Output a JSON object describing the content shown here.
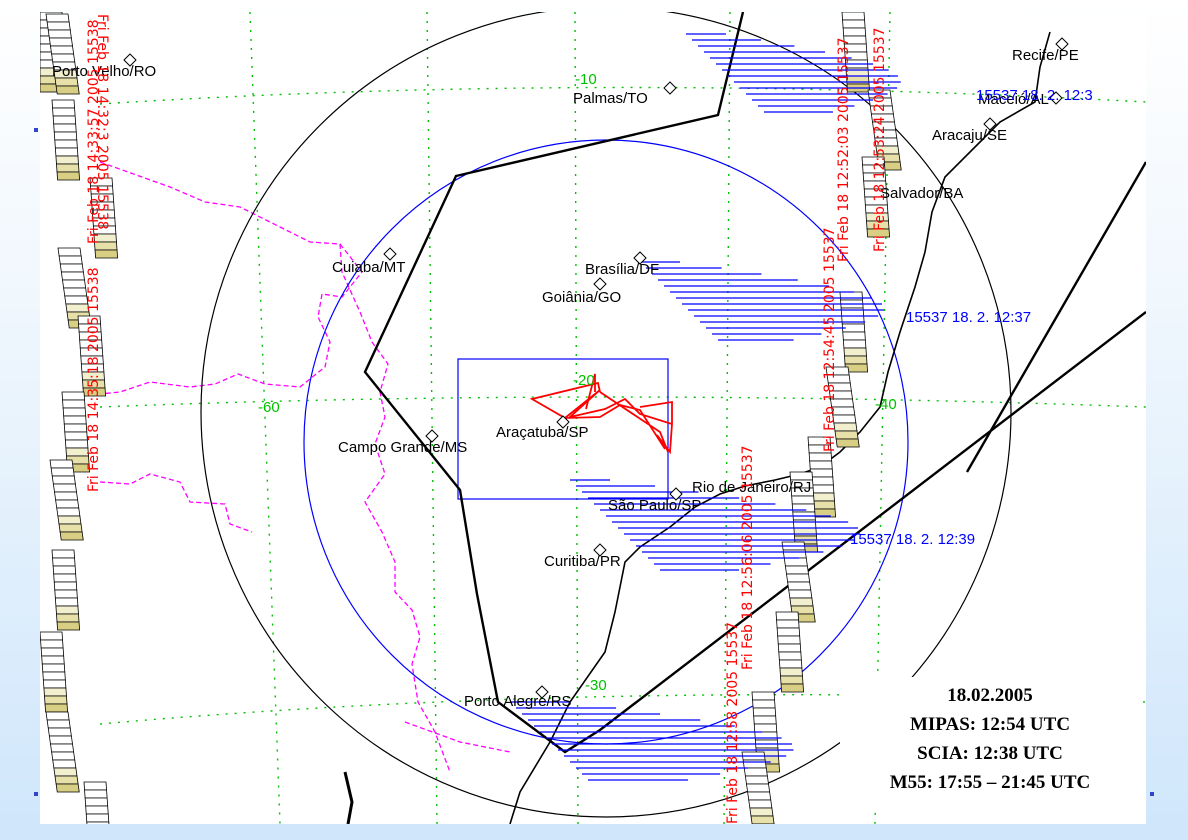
{
  "cities": [
    {
      "name": "Porto Velho/RO"
    },
    {
      "name": "Recife/PE"
    },
    {
      "name": "Palmas/TO"
    },
    {
      "name": "Maceió/AL"
    },
    {
      "name": "Aracaju/SE"
    },
    {
      "name": "Salvador/BA"
    },
    {
      "name": "Cuiaba/MT"
    },
    {
      "name": "Brasília/DF"
    },
    {
      "name": "Goiânia/GO"
    },
    {
      "name": "Araçatuba/SP"
    },
    {
      "name": "Campo Grande/MS"
    },
    {
      "name": "Rio de Janeiro/RJ"
    },
    {
      "name": "São Paulo/SP"
    },
    {
      "name": "Curitiba/PR"
    },
    {
      "name": "Porto Alegre/RS"
    }
  ],
  "grid_labels": [
    "-10",
    "-20",
    "-30",
    "-40",
    "-60"
  ],
  "orbit_labels": [
    "15537 18. 2. 12:3",
    "15537 18. 2. 12:37",
    "15537 18. 2. 12:39"
  ],
  "track_labels": [
    "Fri Feb 18 14:32:3 2005 15538",
    "Fri Feb 18 14:33:57 2005 15538",
    "Fri Feb 18 14:35:18 2005 15538",
    "Fri Feb 18 12:52:03 2005 15537",
    "Fri Feb 18 12:53:24 2005 15537",
    "Fri Feb 18 12:54:45 2005 15537",
    "Fri Feb 18 12:56:06 2005 15537",
    "Fri Feb 18 12:58 2005 15537"
  ],
  "info": {
    "date": "18.02.2005",
    "mipas": "MIPAS: 12:54 UTC",
    "scia": "SCIA: 12:38 UTC",
    "m55": "M55: 17:55 – 21:45 UTC"
  },
  "colors": {
    "grid": "#00c000",
    "political_border": "#ff00ff",
    "coastline": "#000000",
    "outer_circle": "#000000",
    "inner_circle": "#0000ff",
    "flight_track": "#ff0000",
    "measurement_bars": "#0000ff",
    "swath_fill": "#f2efcf"
  }
}
